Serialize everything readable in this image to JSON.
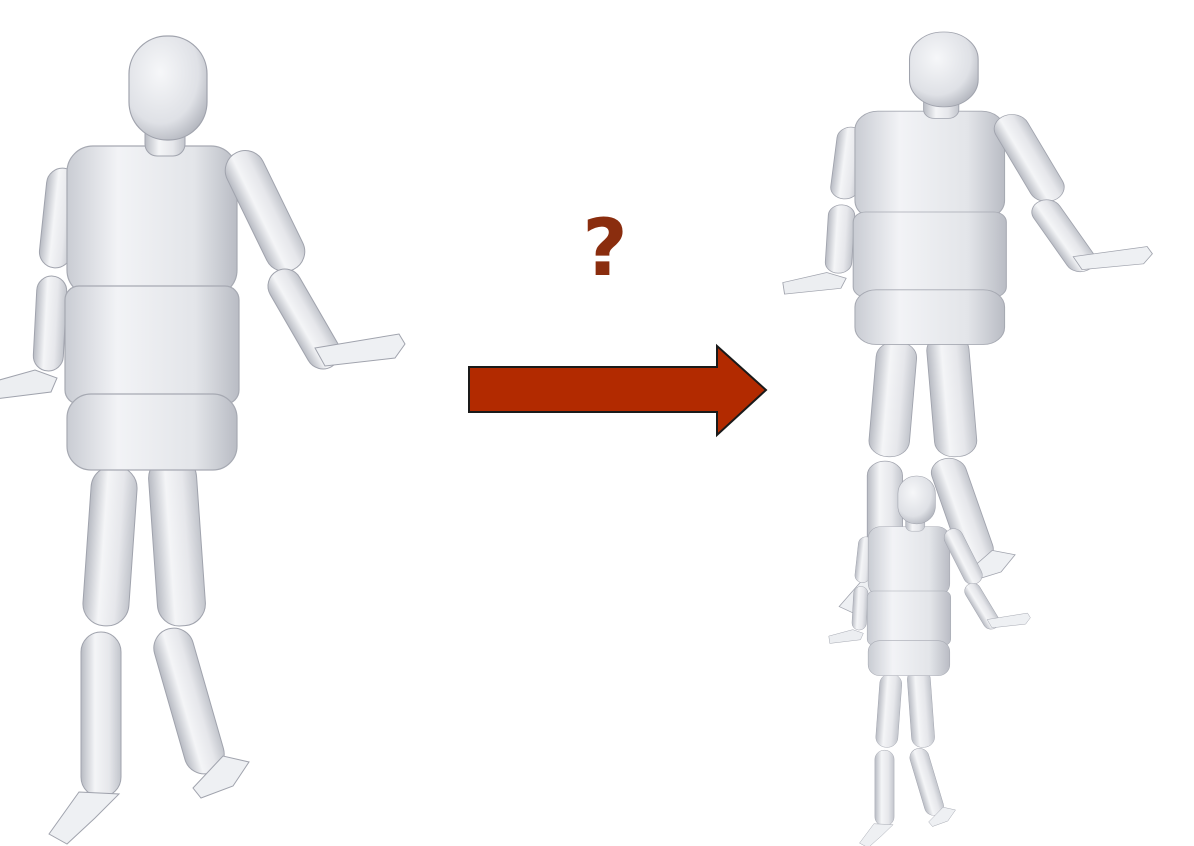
{
  "diagram": {
    "label": "?",
    "colors": {
      "background": "#ffffff",
      "arrow_fill": "#b22a00",
      "arrow_stroke": "#1a1a1a",
      "label": "#8a2d0e",
      "figure_light": "#f1f2f5",
      "figure_mid": "#d9dbe1",
      "figure_shadow": "#aeb1ba",
      "figure_edge": "#8f939e"
    },
    "figures": [
      {
        "role": "source-figure"
      },
      {
        "role": "target-figure-large"
      },
      {
        "role": "target-figure-small"
      }
    ]
  }
}
